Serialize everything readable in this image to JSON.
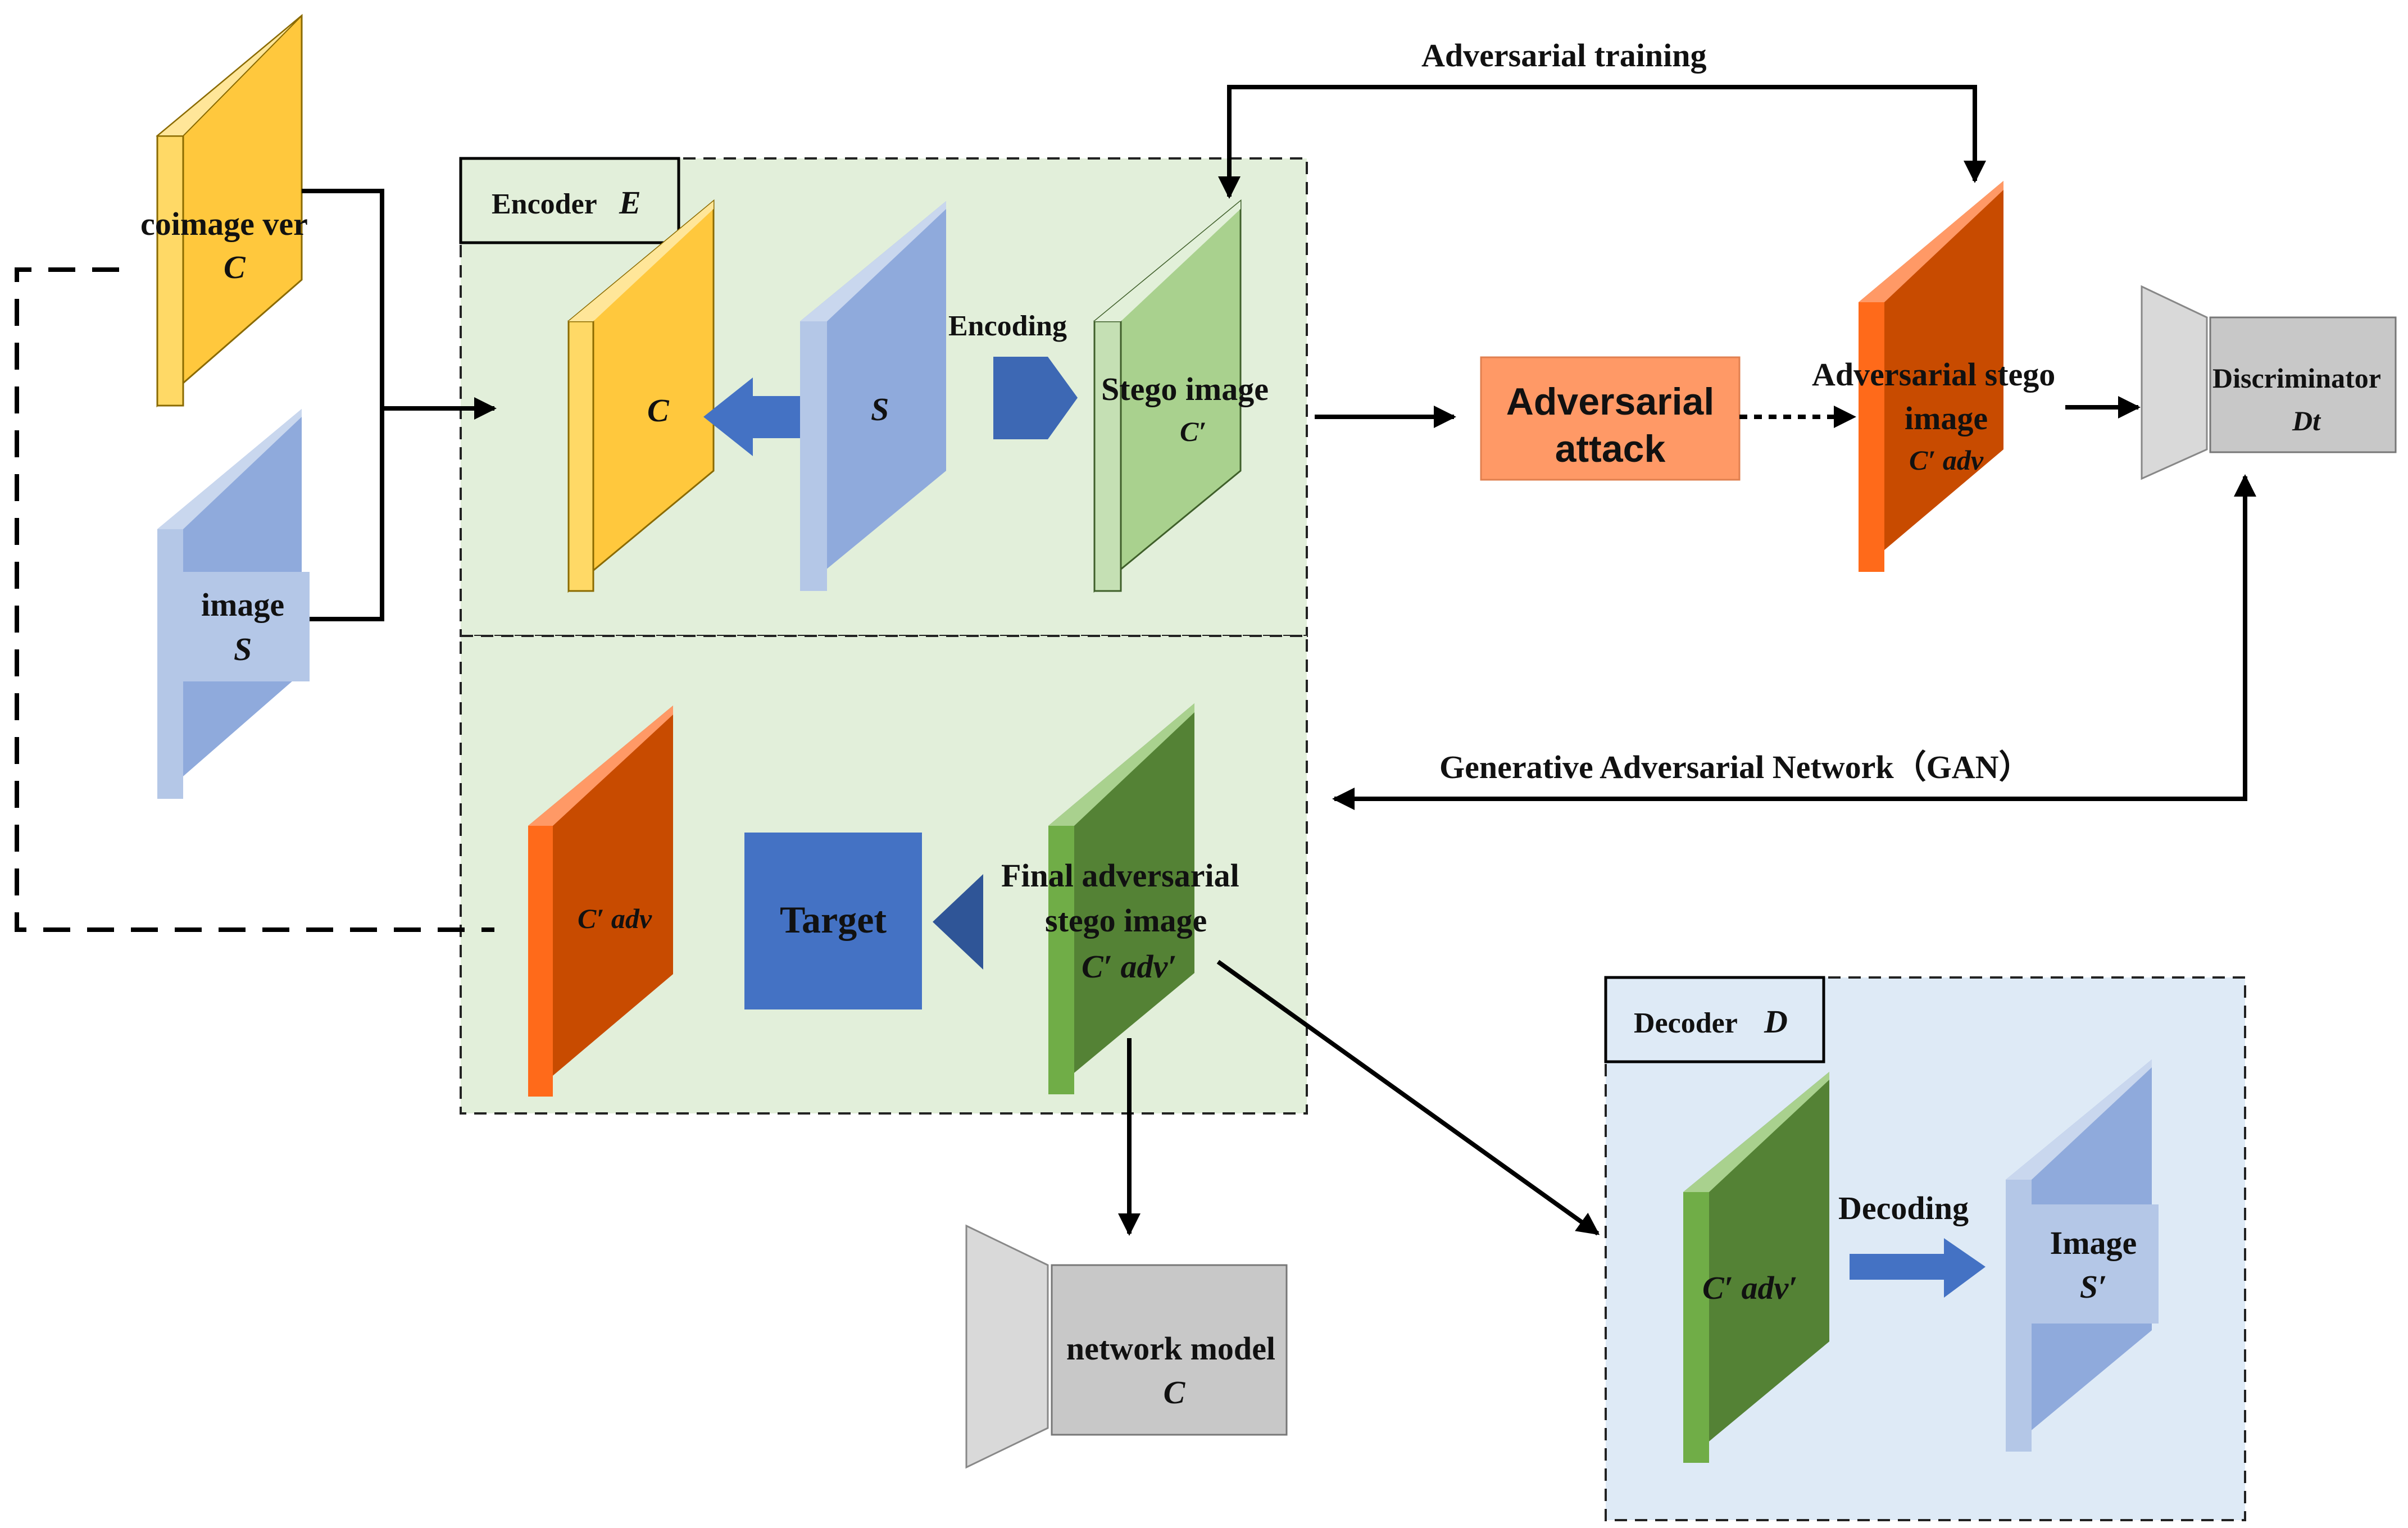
{
  "top_title": "Adversarial training",
  "inputs": {
    "cover_label": "coimage ver",
    "cover_symbol": "C",
    "secret_label": "image",
    "secret_symbol": "S"
  },
  "encoder": {
    "title": "Encoder",
    "symbol": "E",
    "cover_symbol": "C",
    "secret_symbol": "S",
    "encoding_label": "Encoding",
    "stego_label": "Stego image",
    "stego_symbol": "C′"
  },
  "attack": {
    "label_line1": "Adversarial",
    "label_line2": "attack"
  },
  "adv_stego": {
    "label_line1": "Adversarial stego",
    "label_line2": "image",
    "symbol": "C′ adv"
  },
  "discriminator": {
    "label": "Discriminator",
    "symbol": "Dt"
  },
  "gan_label": "Generative Adversarial Network（GAN）",
  "lower": {
    "adv_symbol": "C′ adv",
    "target_label": "Target",
    "final_line1": "Final adversarial",
    "final_line2": "stego image",
    "final_symbol": "C′ adv′"
  },
  "network_model": {
    "label": "network model",
    "symbol": "C"
  },
  "decoder": {
    "title": "Decoder",
    "symbol": "D",
    "input_symbol": "C′ adv′",
    "decoding_label": "Decoding",
    "output_label": "Image",
    "output_symbol": "S′"
  },
  "colors": {
    "yellow": "#FFC83D",
    "blue_light": "#9CB6DE",
    "green_light": "#A9D18E",
    "orange_red": "#C84B00",
    "green_dark": "#548235",
    "target_blue": "#4472C4",
    "attack_orange": "#FF9966",
    "encoder_bg": "#E2EFDA",
    "decoder_bg": "#DEEAF6",
    "gray": "#C8C8C8"
  }
}
